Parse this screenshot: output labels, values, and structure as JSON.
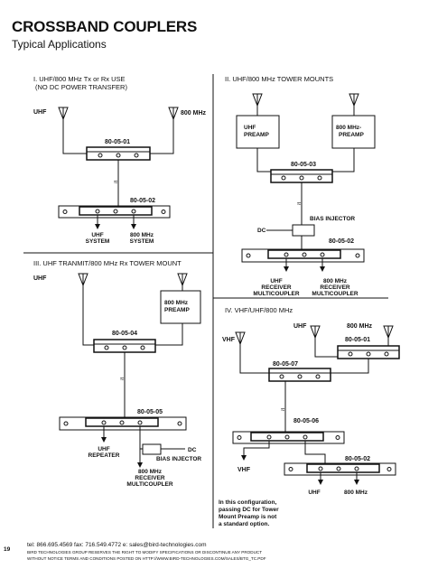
{
  "header": {
    "title": "CROSSBAND COUPLERS",
    "subtitle": "Typical Applications"
  },
  "sections": {
    "s1": {
      "heading_line1": "I. UHF/800 MHz Tx or Rx USE",
      "heading_line2": "(NO DC POWER TRANSFER)"
    },
    "s2": {
      "heading": "II. UHF/800 MHz TOWER MOUNTS"
    },
    "s3": {
      "heading": "III. UHF TRANMIT/800 MHz Rx TOWER MOUNT"
    },
    "s4": {
      "heading": "IV. VHF/UHF/800 MHz"
    }
  },
  "labels": {
    "uhf": "UHF",
    "mhz800": "800 MHz",
    "vhf": "VHF",
    "dc": "DC",
    "p1": "80-05-01",
    "p2": "80-05-02",
    "p3": "80-05-03",
    "p4": "80-05-04",
    "p5": "80-05-05",
    "p6": "80-05-06",
    "p7": "80-05-07",
    "uhf_preamp_1": "UHF",
    "uhf_preamp_2": "PREAMP",
    "mhz_preamp_1": "800 MHz-",
    "mhz_preamp_2": "PREAMP",
    "mhz_preamp3_1": "800 MHz",
    "mhz_preamp3_2": "PREAMP",
    "uhf_system_1": "UHF",
    "uhf_system_2": "SYSTEM",
    "mhz_system_1": "800 MHz",
    "mhz_system_2": "SYSTEM",
    "bias_injector": "BIAS INJECTOR",
    "uhf_rx_1": "UHF",
    "uhf_rx_2": "RECEIVER",
    "uhf_rx_3": "MULTICOUPLER",
    "mhz_rx_1": "800 MHz",
    "mhz_rx_2": "RECEIVER",
    "mhz_rx_3": "MULTICOUPLER",
    "repeater_1": "UHF",
    "repeater_2": "REPEATER",
    "note_1": "In this configuration,",
    "note_2": "passing DC for Tower",
    "note_3": "Mount Preamp is not",
    "note_4": "a standard option."
  },
  "footer": {
    "page_number": "19",
    "contact": "tel: 866.695.4569  fax: 716.549.4772  e: sales@bird-technologies.com",
    "disclaimer_1": "BIRD TECHNOLOGIES GROUP RESERVES THE RIGHT TO MODIFY SPECIFICATIONS OR DISCONTINUE ANY PRODUCT",
    "disclaimer_2": "WITHOUT NOTICE TERMS AND CONDITIONS POSTED ON HTTP://WWW.BIRD-TECHNOLOGIES.COM/SALES/BTG_TC.PDF"
  }
}
